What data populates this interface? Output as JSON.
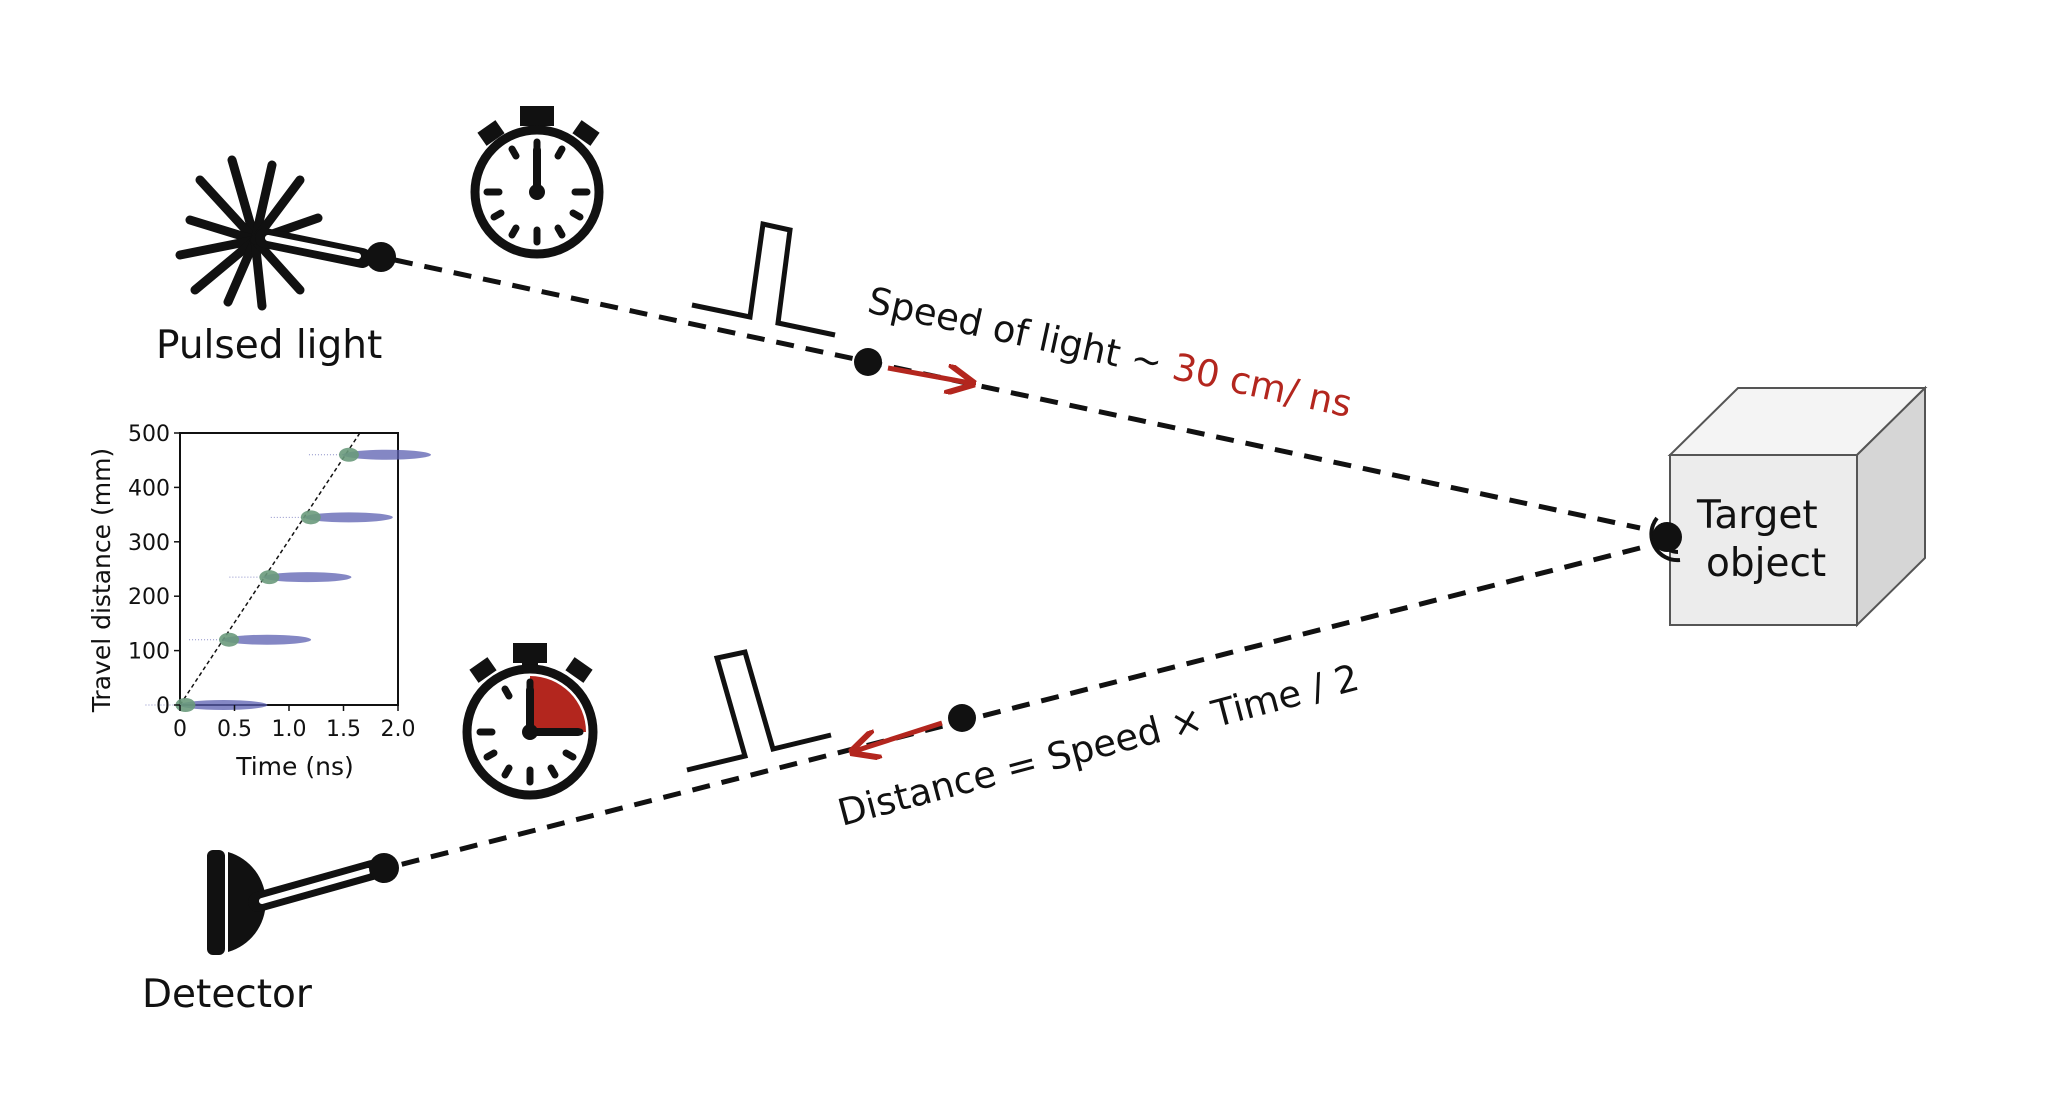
{
  "labels": {
    "pulsed_light": "Pulsed light",
    "detector": "Detector",
    "target_line1": "Target",
    "target_line2": "object",
    "speed_text": "Speed of light ~ ",
    "speed_value": "30 cm/ ns",
    "distance_formula": "Distance = Speed × Time / 2"
  },
  "colors": {
    "accent": "#b3261e",
    "ink": "#111111",
    "cube_front": "#ececec",
    "cube_top": "#f4f4f4",
    "cube_side": "#d6d6d6",
    "plot_blob": "#5b5fb0"
  },
  "icons": [
    "starburst-icon",
    "stopwatch-icon",
    "detector-icon",
    "cube-icon",
    "pulse-icon",
    "arrow-icon"
  ],
  "stopwatch_elapsed_fraction": 0.25,
  "chart_data": {
    "type": "scatter",
    "xlabel": "Time (ns)",
    "ylabel": "Travel distance (mm)",
    "xlim": [
      0,
      2.0
    ],
    "ylim": [
      0,
      500
    ],
    "xticks": [
      "0",
      "0.5",
      "1.0",
      "1.5",
      "2.0"
    ],
    "yticks": [
      "0",
      "100",
      "200",
      "300",
      "400",
      "500"
    ],
    "points": [
      {
        "x": 0.05,
        "y": 0
      },
      {
        "x": 0.45,
        "y": 120
      },
      {
        "x": 0.82,
        "y": 235
      },
      {
        "x": 1.2,
        "y": 345
      },
      {
        "x": 1.55,
        "y": 460
      }
    ],
    "fit_line": {
      "x": [
        0,
        1.65
      ],
      "y": [
        0,
        500
      ]
    },
    "grid": false
  }
}
